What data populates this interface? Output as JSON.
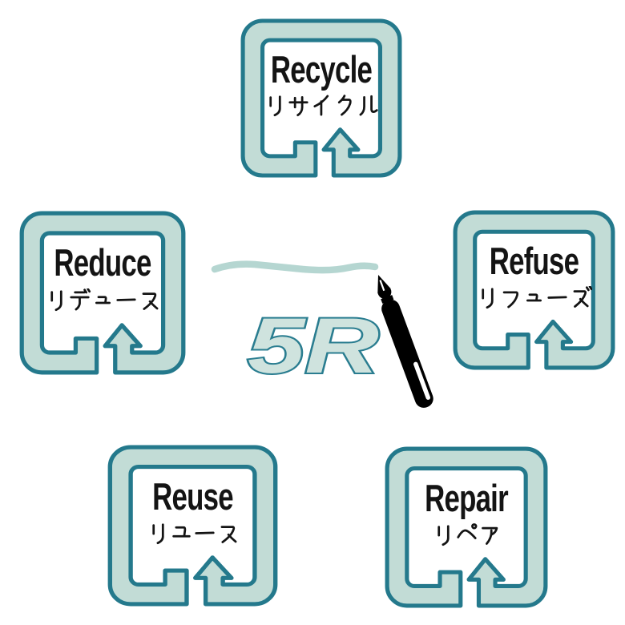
{
  "diagram": {
    "title": "5R",
    "center": {
      "label": "5R",
      "pen_icon": "fountain-pen",
      "underline_icon": "brush-underline"
    }
  },
  "boxes": [
    {
      "id": "recycle",
      "en": "Recycle",
      "ja": "リサイクル"
    },
    {
      "id": "reduce",
      "en": "Reduce",
      "ja": "リデュース"
    },
    {
      "id": "refuse",
      "en": "Refuse",
      "ja": "リフューズ"
    },
    {
      "id": "reuse",
      "en": "Reuse",
      "ja": "リユース"
    },
    {
      "id": "repair",
      "en": "Repair",
      "ja": "リペア"
    }
  ],
  "colors": {
    "background": "#ffffff",
    "band-fill": "#c2dcd6",
    "band-stroke": "#24798c",
    "ink": "#141414",
    "r5-fill": "#cfe3de",
    "r5-stroke": "#2a7d90",
    "underline": "#b5d6d1",
    "pen": "#000000"
  }
}
